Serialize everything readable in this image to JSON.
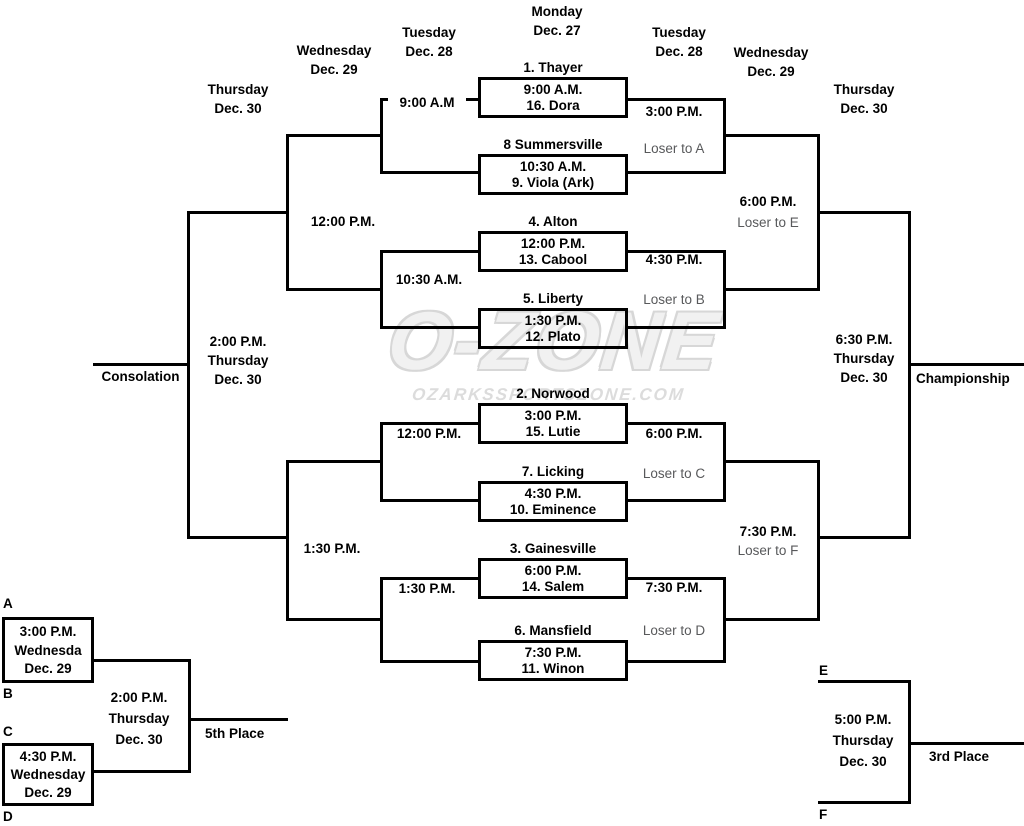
{
  "watermark": {
    "big": "O-ZONE",
    "small": "OZARKSSPORTSZONE.COM"
  },
  "headers": {
    "monday": {
      "day": "Monday",
      "date": "Dec. 27"
    },
    "tuesday_left": {
      "day": "Tuesday",
      "date": "Dec. 28"
    },
    "tuesday_right": {
      "day": "Tuesday",
      "date": "Dec. 28"
    },
    "wednesday_left": {
      "day": "Wednesday",
      "date": "Dec. 29"
    },
    "wednesday_right": {
      "day": "Wednesday",
      "date": "Dec. 29"
    },
    "thursday_left": {
      "day": "Thursday",
      "date": "Dec. 30"
    },
    "thursday_right": {
      "day": "Thursday",
      "date": "Dec. 30"
    }
  },
  "first_round_games": [
    {
      "top_seed": "1. Thayer",
      "time": "9:00 A.M.",
      "bottom_seed": "16. Dora"
    },
    {
      "top_seed": "8 Summersville",
      "time": "10:30 A.M.",
      "bottom_seed": "9. Viola (Ark)"
    },
    {
      "top_seed": "4. Alton",
      "time": "12:00 P.M.",
      "bottom_seed": "13. Cabool"
    },
    {
      "top_seed": "5. Liberty",
      "time": "1:30 P.M.",
      "bottom_seed": "12. Plato"
    },
    {
      "top_seed": "2. Norwood",
      "time": "3:00 P.M.",
      "bottom_seed": "15. Lutie"
    },
    {
      "top_seed": "7. Licking",
      "time": "4:30 P.M.",
      "bottom_seed": "10. Eminence"
    },
    {
      "top_seed": "3. Gainesville",
      "time": "6:00 P.M.",
      "bottom_seed": "14. Salem"
    },
    {
      "top_seed": "6. Mansfield",
      "time": "7:30 P.M.",
      "bottom_seed": "11. Winon"
    }
  ],
  "winners_bracket": {
    "quarterfinals": [
      {
        "time": "3:00 P.M.",
        "loser_note": "Loser to A"
      },
      {
        "time": "4:30 P.M.",
        "loser_note": "Loser to B"
      },
      {
        "time": "6:00 P.M.",
        "loser_note": "Loser to C"
      },
      {
        "time": "7:30 P.M.",
        "loser_note": "Loser to D"
      }
    ],
    "semifinals": [
      {
        "time": "6:00 P.M.",
        "loser_note": "Loser to E"
      },
      {
        "time": "7:30 P.M.",
        "loser_note": "Loser to F"
      }
    ],
    "championship": {
      "time": "6:30 P.M.",
      "day": "Thursday",
      "date": "Dec. 30",
      "label": "Championship"
    }
  },
  "consolation_bracket": {
    "quarterfinals": [
      {
        "time": "9:00 A.M"
      },
      {
        "time": "10:30 A.M."
      },
      {
        "time": "12:00 P.M."
      },
      {
        "time": "1:30 P.M."
      }
    ],
    "semifinals": [
      {
        "time": "12:00 P.M."
      },
      {
        "time": "1:30 P.M."
      }
    ],
    "final": {
      "time": "2:00 P.M.",
      "day": "Thursday",
      "date": "Dec. 30",
      "label": "Consolation"
    }
  },
  "fifth_place_bracket": {
    "slots": [
      "A",
      "B",
      "C",
      "D"
    ],
    "games": [
      {
        "time": "3:00 P.M.",
        "day": "Wednesda",
        "date": "Dec. 29"
      },
      {
        "time": "4:30 P.M.",
        "day": "Wednesday",
        "date": "Dec. 29"
      }
    ],
    "final": {
      "time": "2:00 P.M.",
      "day": "Thursday",
      "date": "Dec. 30",
      "label": "5th Place"
    }
  },
  "third_place_bracket": {
    "slots": [
      "E",
      "F"
    ],
    "final": {
      "time": "5:00 P.M.",
      "day": "Thursday",
      "date": "Dec. 30",
      "label": "3rd Place"
    }
  },
  "colors": {
    "line": "#000000",
    "loser_note": "#58595b",
    "watermark": "#dcdcdc"
  }
}
